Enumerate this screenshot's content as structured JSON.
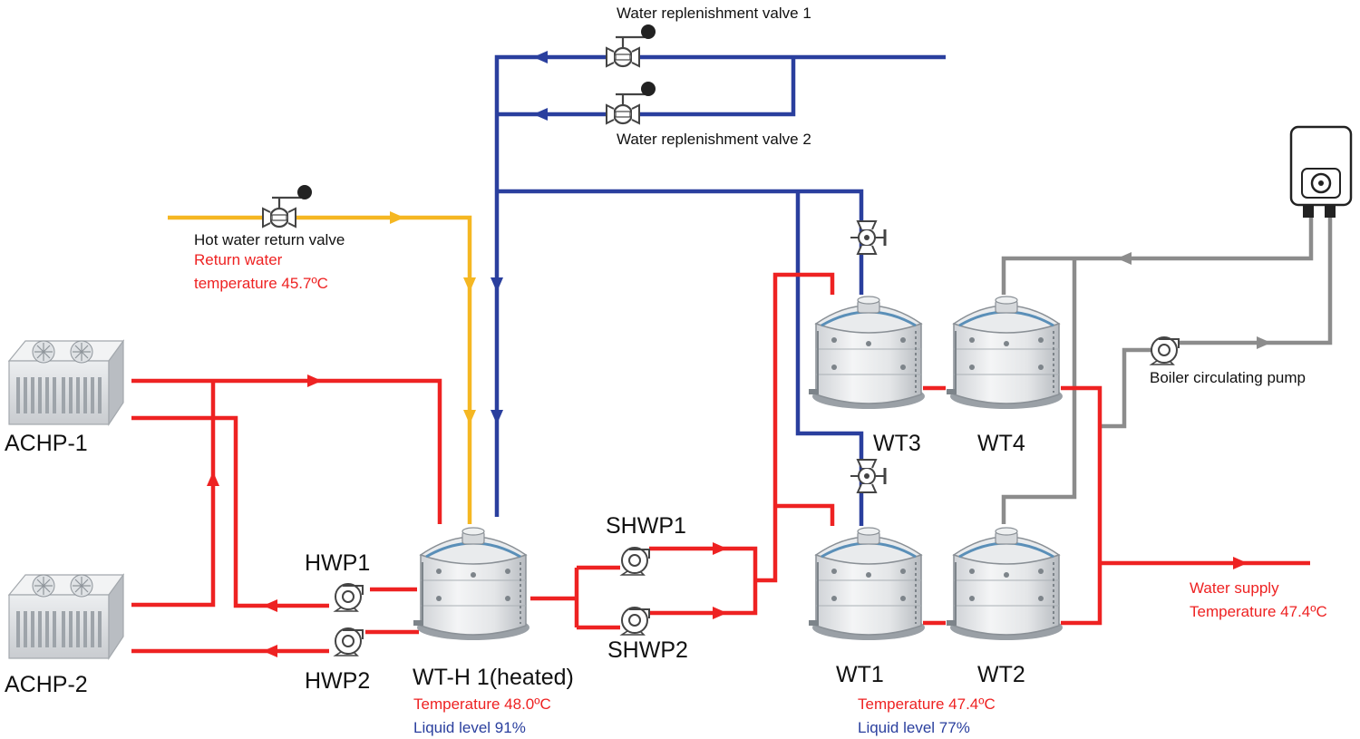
{
  "labels": {
    "valve1": "Water replenishment valve 1",
    "valve2": "Water replenishment valve 2",
    "hot_return_valve": "Hot water return valve",
    "return_temp_line1": "Return water",
    "return_temp_line2": "temperature 45.7ºC",
    "boiler_pump": "Boiler circulating pump",
    "achp1": "ACHP-1",
    "achp2": "ACHP-2",
    "hwp1": "HWP1",
    "hwp2": "HWP2",
    "shwp1": "SHWP1",
    "shwp2": "SHWP2",
    "wth1": "WT-H 1(heated)",
    "wth1_temp": "Temperature 48.0ºC",
    "wth1_level": "Liquid level 91%",
    "wt1": "WT1",
    "wt2": "WT2",
    "wt3": "WT3",
    "wt4": "WT4",
    "wt_temp": "Temperature 47.4ºC",
    "wt_level": "Liquid level 77%",
    "supply_line1": "Water supply",
    "supply_line2": "Temperature 47.4ºC"
  },
  "colors": {
    "hot_pipe": "#ee2222",
    "cold_pipe": "#2a3f9e",
    "return_pipe": "#f5b722",
    "boiler_pipe": "#8c8c8c"
  },
  "icons": [
    "heat-pump-unit",
    "water-tank",
    "circulating-pump",
    "motorized-valve",
    "manual-valve",
    "boiler",
    "flow-arrow"
  ]
}
